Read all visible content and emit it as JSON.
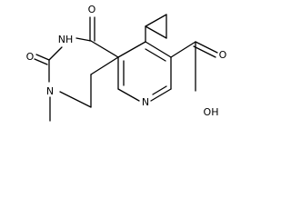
{
  "atoms": {
    "o_top": "O",
    "nh": "NH",
    "o_left": "O",
    "n_methyl": "N",
    "n_pyridine": "N",
    "oh": "OH",
    "o_acid": "O"
  }
}
